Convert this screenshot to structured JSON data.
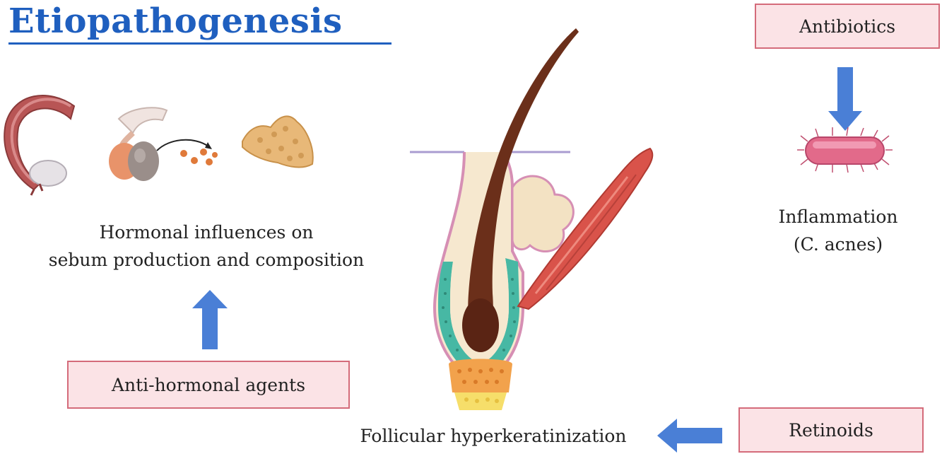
{
  "title": "Etiopathogenesis",
  "hormonal": {
    "line1": "Hormonal influences on",
    "line2": "sebum production and composition"
  },
  "anti_hormonal": "Anti-hormonal agents",
  "antibiotics": "Antibiotics",
  "inflammation": {
    "line1": "Inflammation",
    "line2": "(C. acnes)"
  },
  "follicular": "Follicular hyperkeratinization",
  "retinoids": "Retinoids",
  "colors": {
    "title_blue": "#1f5fbf",
    "arrow_blue": "#4a7fd6",
    "box_fill": "#fbe3e6",
    "box_border": "#d46b7a"
  },
  "icons": [
    "uterus-ovary-icon",
    "pituitary-gland-icon",
    "hormone-particles-icon",
    "adrenal-gland-icon",
    "hair-follicle-icon",
    "arrector-pili-muscle-icon",
    "bacterium-icon"
  ]
}
